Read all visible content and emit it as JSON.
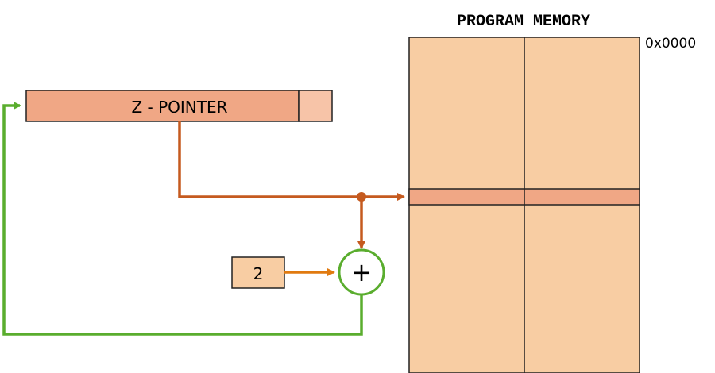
{
  "memory": {
    "title": "PROGRAM MEMORY",
    "start_address": "0x0000"
  },
  "z_pointer": {
    "label": "Z - POINTER"
  },
  "increment": {
    "value": "2",
    "operator": "+"
  },
  "colors": {
    "memory_fill": "#F8CDA3",
    "memory_highlight": "#F0A785",
    "pointer_fill": "#F0A785",
    "pointer_tail_fill": "#F7C4A8",
    "pointer_arrow": "#C55A1F",
    "increment_arrow": "#E07A10",
    "feedback_arrow": "#5AAD2E",
    "adder_stroke": "#5AAD2E",
    "box_stroke": "#222222"
  }
}
